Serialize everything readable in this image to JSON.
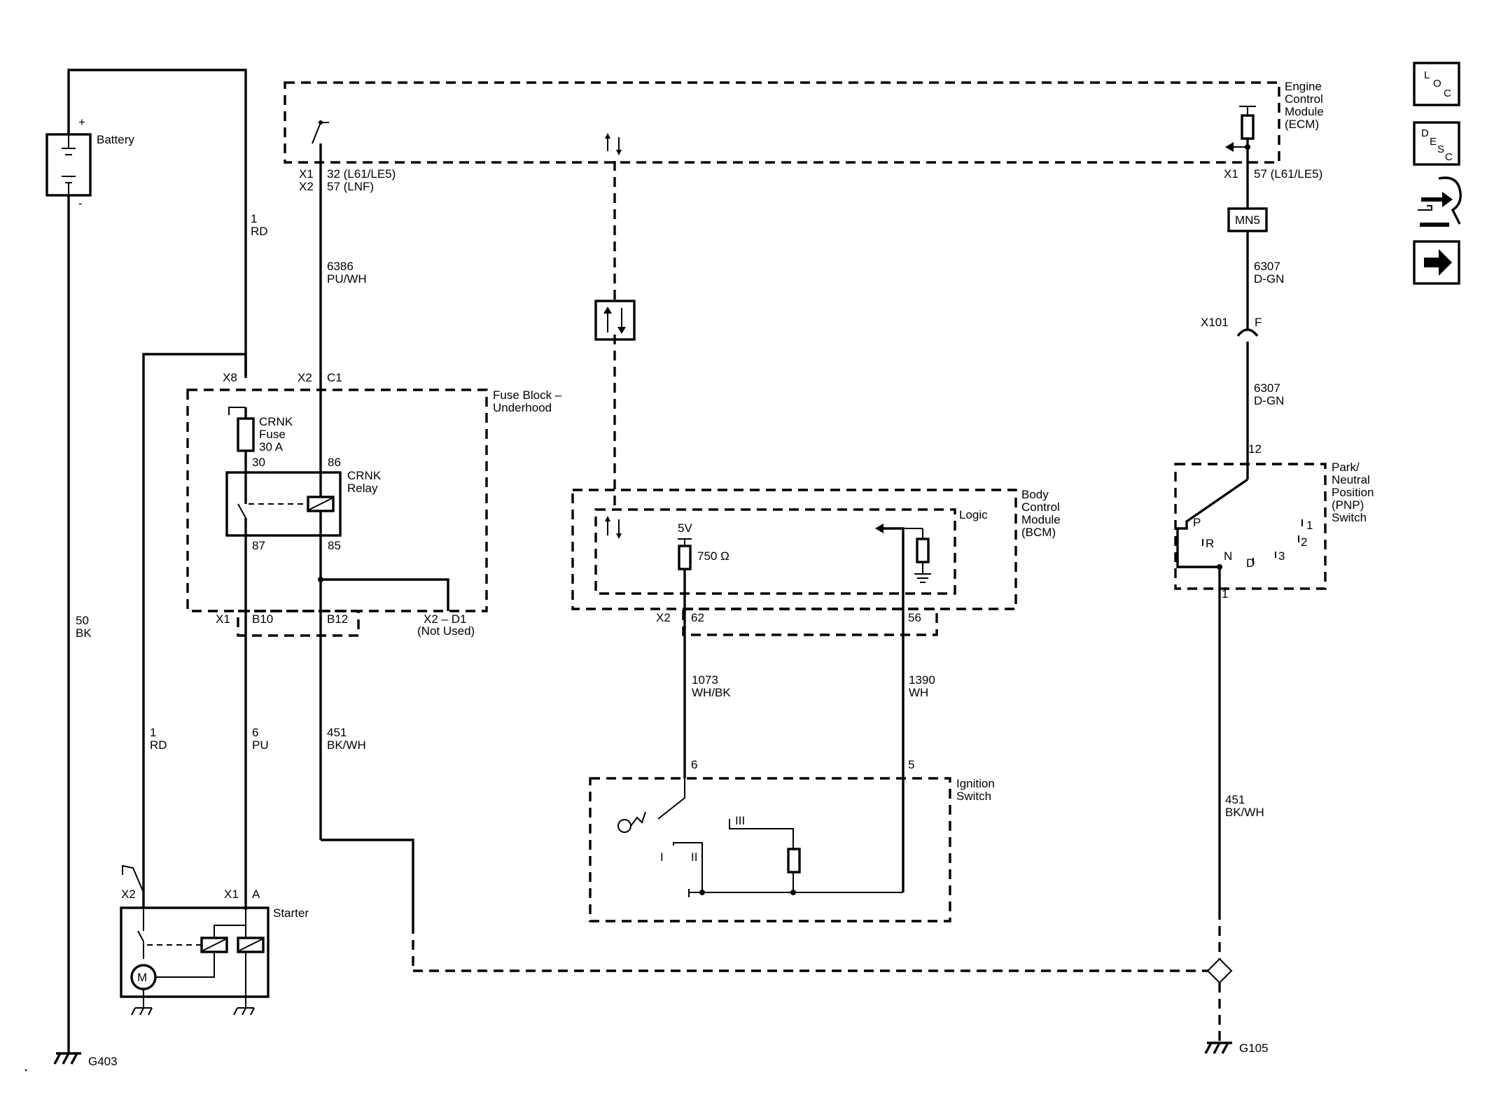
{
  "ecm": {
    "lines": [
      "Engine",
      "Control",
      "Module",
      "(ECM)"
    ]
  },
  "battery": {
    "label": "Battery",
    "plus": "+",
    "minus": "-"
  },
  "fuse_block": {
    "lines": [
      "Fuse Block –",
      "Underhood"
    ]
  },
  "bcm": {
    "lines": [
      "Body",
      "Control",
      "Module",
      "(BCM)"
    ],
    "logic": "Logic"
  },
  "ignition": {
    "lines": [
      "Ignition",
      "Switch"
    ],
    "pos1": "I",
    "pos2": "II",
    "pos3": "III"
  },
  "pnp": {
    "lines": [
      "Park/",
      "Neutral",
      "Position",
      "(PNP)",
      "Switch"
    ],
    "p": "P",
    "r": "R",
    "n": "N",
    "d": "D",
    "one": "1",
    "two": "2",
    "three": "3"
  },
  "starter": {
    "label": "Starter",
    "motor": "M"
  },
  "relay": {
    "lines": [
      "CRNK",
      "Relay"
    ],
    "pin30": "30",
    "pin86": "86",
    "pin87": "87",
    "pin85": "85"
  },
  "fuse": {
    "lines": [
      "CRNK",
      "Fuse",
      "30 A"
    ]
  },
  "connectors": {
    "x1_ecm_left": "X1",
    "x2_ecm_left": "X2",
    "ecm_pin_a": "32 (L61/LE5)",
    "ecm_pin_b": "57 (LNF)",
    "x1_ecm_right": "X1",
    "ecm_pin_right": "57 (L61/LE5)",
    "x8": "X8",
    "x2_c1": "X2",
    "c1": "C1",
    "x1_fb": "X1",
    "b10": "B10",
    "b12": "B12",
    "x2_d1": "X2 – D1",
    "not_used": "(Not Used)",
    "x2_bcm": "X2",
    "pin62": "62",
    "pin56": "56",
    "pin6": "6",
    "pin5": "5",
    "x101": "X101",
    "f": "F",
    "pin12": "12",
    "pin1": "1",
    "x2_starter": "X2",
    "x1_starter": "X1",
    "a_starter": "A",
    "bcm_5v": "5V",
    "bcm_res": "750 Ω"
  },
  "splice": "MN5",
  "wires": {
    "w1_num": "1",
    "w1_col": "RD",
    "w6386_num": "6386",
    "w6386_col": "PU/WH",
    "w50_num": "50",
    "w50_col": "BK",
    "w1b_num": "1",
    "w1b_col": "RD",
    "w6_num": "6",
    "w6_col": "PU",
    "w451_num": "451",
    "w451_col": "BK/WH",
    "w1073_num": "1073",
    "w1073_col": "WH/BK",
    "w1390_num": "1390",
    "w1390_col": "WH",
    "w6307a_num": "6307",
    "w6307a_col": "D-GN",
    "w6307b_num": "6307",
    "w6307b_col": "D-GN",
    "w451b_num": "451",
    "w451b_col": "BK/WH"
  },
  "grounds": {
    "left": "G403",
    "right": "G105"
  },
  "nav_icons": [
    "loc-icon",
    "desc-icon",
    "connector-icon",
    "next-arrow-icon"
  ]
}
